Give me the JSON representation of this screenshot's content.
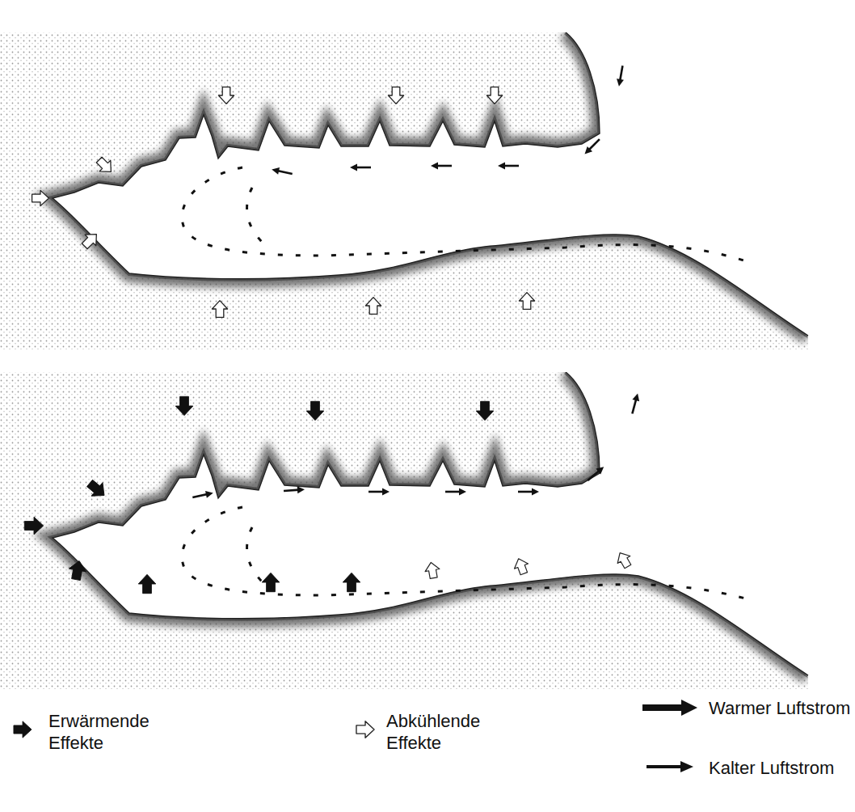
{
  "diagram": {
    "legend": [
      {
        "text": "Erwärmende Effekte"
      },
      {
        "text": "Abkühlende Effekte"
      },
      {
        "text": "Warmer Luftstrom"
      },
      {
        "text": "Kalter Luftstrom"
      }
    ]
  }
}
